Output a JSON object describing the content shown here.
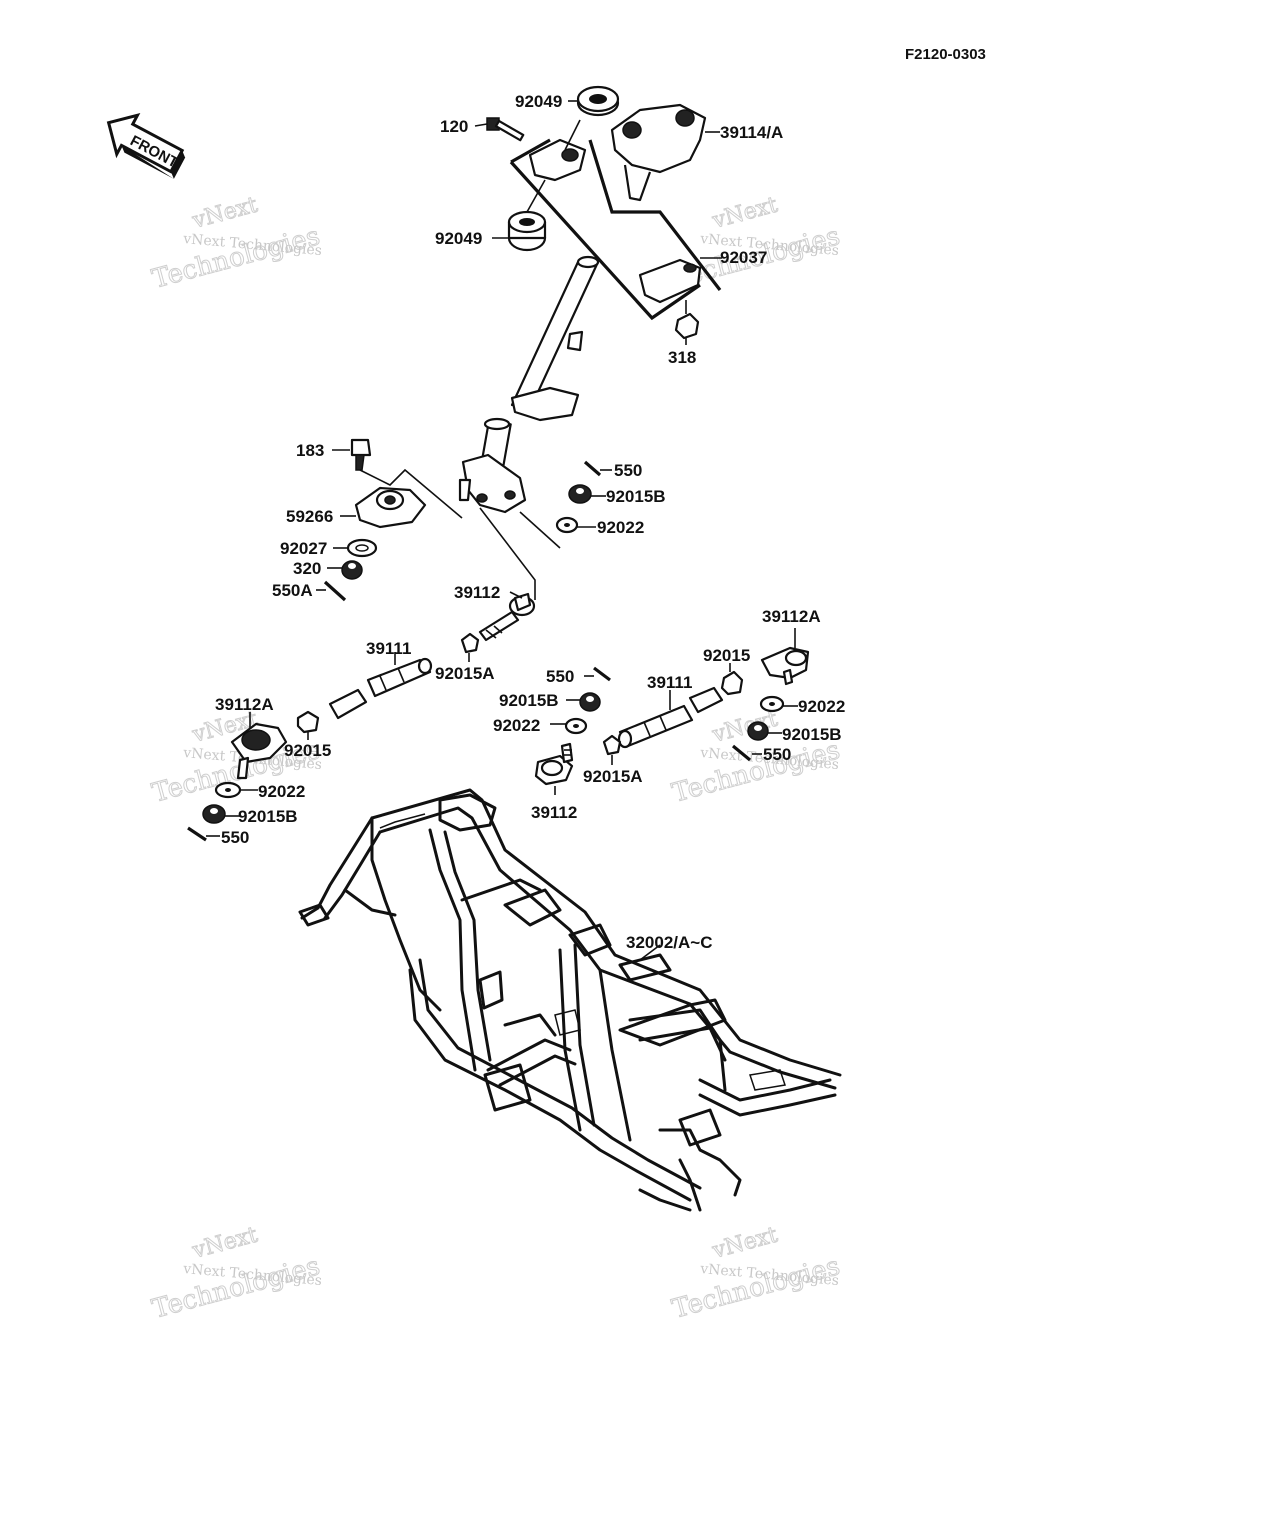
{
  "diagram_code": "F2120-0303",
  "front_label": "FRONT",
  "watermark_line1": "vNext Technologies",
  "watermark_line2": "vNext",
  "watermark_line3": "Technologies",
  "labels": {
    "p92049_top": "92049",
    "p120": "120",
    "p39114A": "39114/A",
    "p92049_bottom": "92049",
    "p92037": "92037",
    "p318": "318",
    "p183": "183",
    "p550_top": "550",
    "p92015B_top": "92015B",
    "p59266": "59266",
    "p92022_top": "92022",
    "p92027": "92027",
    "p320": "320",
    "p550A": "550A",
    "p39112_top": "39112",
    "p39112A_right": "39112A",
    "p39111_left": "39111",
    "p92015A_left": "92015A",
    "p92015_right": "92015",
    "p550_mid": "550",
    "p39111_right": "39111",
    "p92015B_mid": "92015B",
    "p92022_right": "92022",
    "p92022_mid": "92022",
    "p92015B_right": "92015B",
    "p39112A_left": "39112A",
    "p92015_left": "92015",
    "p550_right": "550",
    "p92015A_mid": "92015A",
    "p92022_left": "92022",
    "p39112_bottom": "39112",
    "p92015B_left": "92015B",
    "p550_left": "550",
    "p32002": "32002/A~C"
  }
}
